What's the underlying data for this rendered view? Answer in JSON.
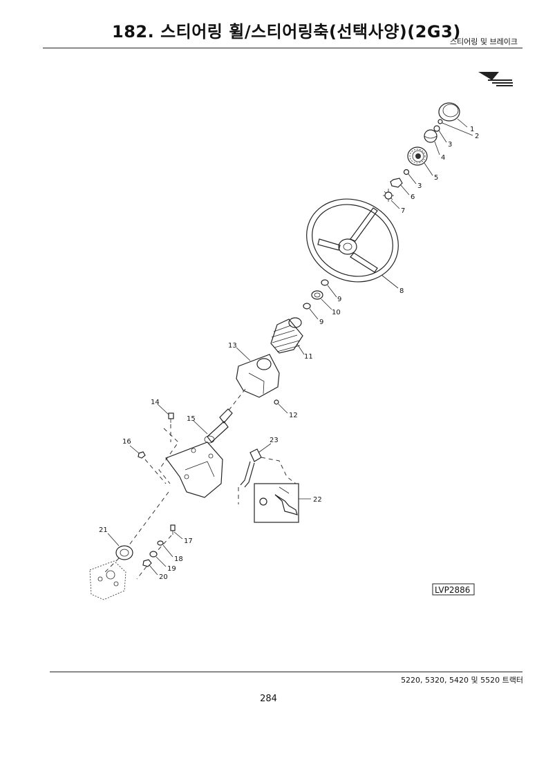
{
  "header": {
    "title": "182. 스티어링 휠/스티어링축(선택사양)(2G3)",
    "section": "스티어링 및 브레이크"
  },
  "figure": {
    "reference_code": "LVP2886",
    "callouts": [
      "1",
      "2",
      "3",
      "4",
      "5",
      "3",
      "6",
      "7",
      "8",
      "9",
      "10",
      "9",
      "11",
      "13",
      "12",
      "14",
      "15",
      "16",
      "23",
      "22",
      "21",
      "17",
      "18",
      "19",
      "20"
    ]
  },
  "footer": {
    "models": "5220, 5320, 5420 및 5520 트랙터",
    "page_number": "284"
  }
}
